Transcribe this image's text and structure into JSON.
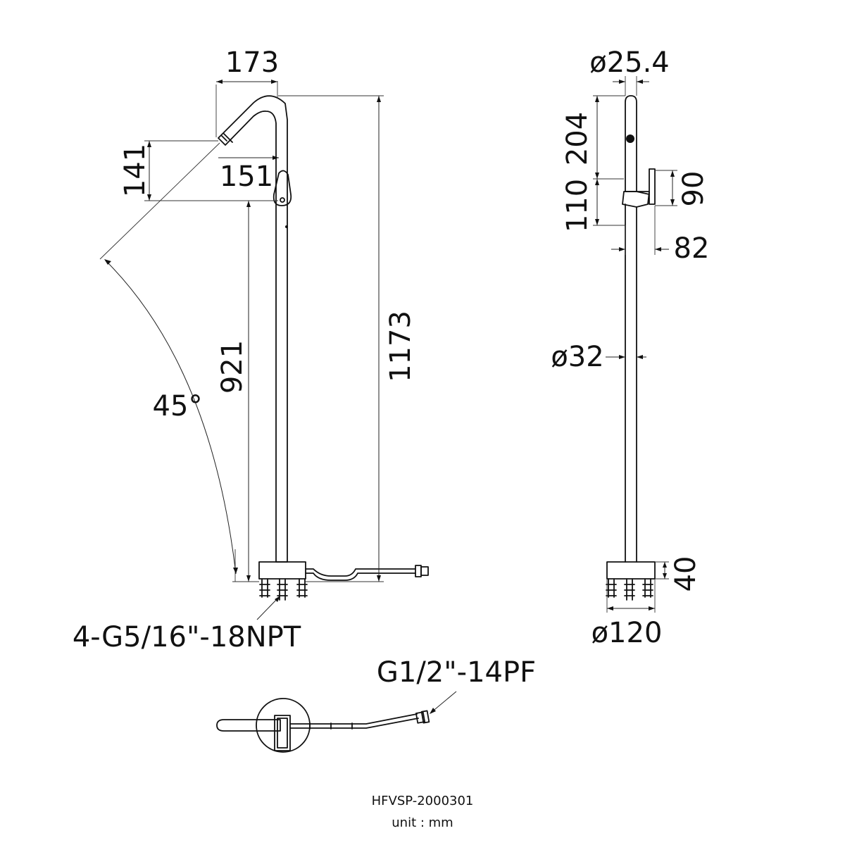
{
  "drawing": {
    "labels": {
      "w173": "173",
      "h141": "141",
      "w151": "151",
      "h921": "921",
      "h1173": "1173",
      "angle45": "45°",
      "thread_inlet": "4-G5/16\"-18NPT",
      "dia25": "ø25.4",
      "h204": "204",
      "h110": "110",
      "h90": "90",
      "w82": "82",
      "dia32": "ø32",
      "h40": "40",
      "dia120": "ø120",
      "thread_hose": "G1/2\"-14PF"
    },
    "title_block": {
      "model": "HFVSP-2000301",
      "unit": "unit : mm"
    }
  }
}
